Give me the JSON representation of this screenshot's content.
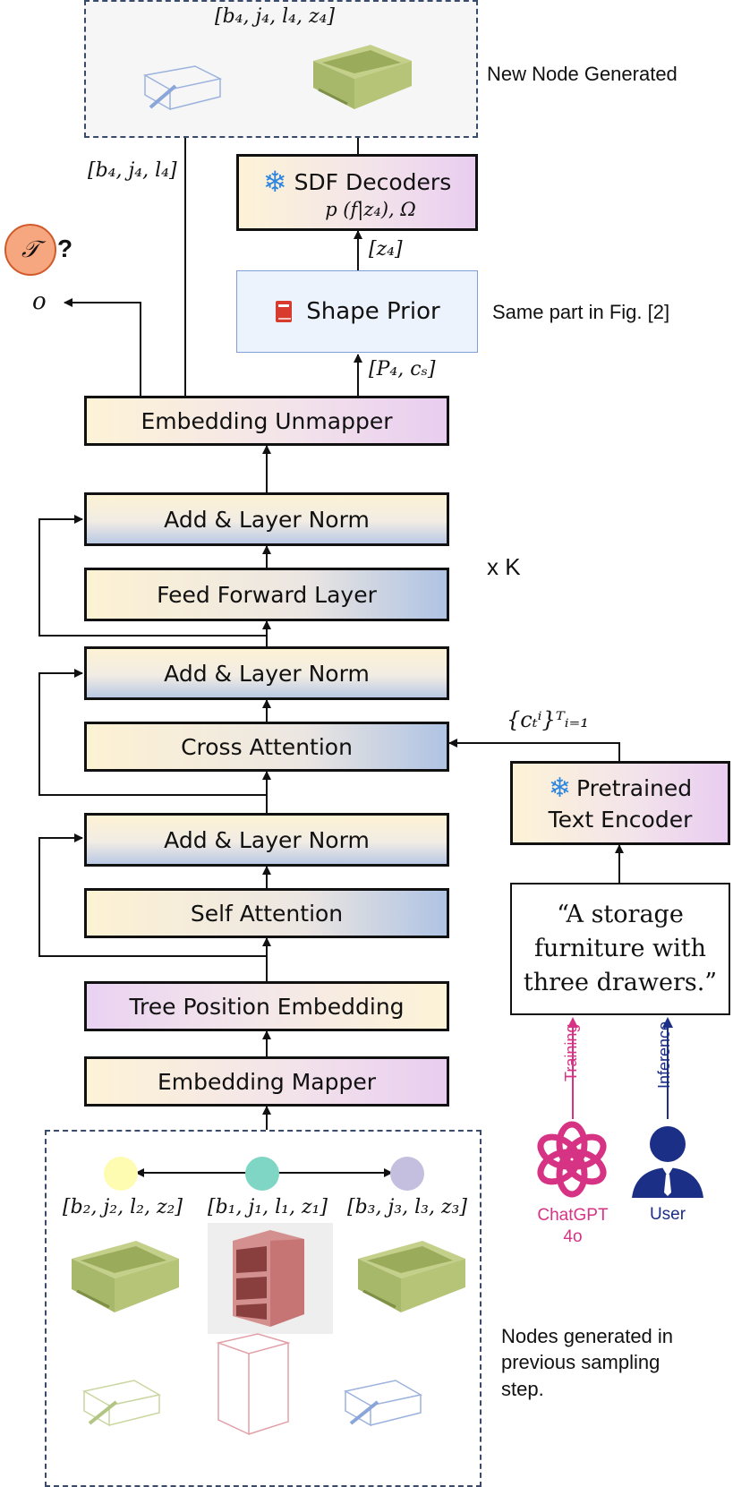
{
  "boxes": {
    "sdf_title": "SDF Decoders",
    "sdf_formula": "p (f|z₄), Ω",
    "shape_prior": "Shape Prior",
    "embedding_unmapper": "Embedding Unmapper",
    "add_norm_1": "Add & Layer Norm",
    "feed_forward": "Feed Forward Layer",
    "add_norm_2": "Add & Layer Norm",
    "cross_attention": "Cross Attention",
    "add_norm_3": "Add & Layer Norm",
    "self_attention": "Self Attention",
    "tree_position": "Tree Position Embedding",
    "embedding_mapper": "Embedding Mapper",
    "text_encoder_line1": "Pretrained",
    "text_encoder_line2": "Text Encoder",
    "prompt_line1": "“A storage",
    "prompt_line2": "furniture with",
    "prompt_line3": "three drawers.”"
  },
  "labels": {
    "new_node": "New Node Generated",
    "same_part": "Same part in Fig. [2]",
    "repeat": "x K",
    "nodes_prev_line1": "Nodes generated in",
    "nodes_prev_line2": "previous sampling",
    "nodes_prev_line3": "step.",
    "training": "Training",
    "inference": "Inference",
    "chatgpt_line1": "ChatGPT",
    "chatgpt_line2": "4o",
    "user": "User",
    "question": "?"
  },
  "math": {
    "top_node": "[b₄, j₄, l₄, z₄]",
    "bjl4": "[b₄, j₄, l₄]",
    "z4": "[z₄]",
    "p4cs": "[P₄, cₛ]",
    "o": "o",
    "tau": "𝒯",
    "cond": "{cₜⁱ}ᵀᵢ₌₁",
    "node2": "[b₂, j₂, l₂, z₂]",
    "node1": "[b₁, j₁, l₁, z₁]",
    "node3": "[b₃, j₃, l₃, z₃]"
  },
  "colors": {
    "node2": "#fefcb0",
    "node1": "#7fd6c4",
    "node3": "#c4bedf",
    "chatgpt": "#d63384",
    "user": "#1c2f86",
    "snowflake": "#2e86de",
    "book": "#d93a2e",
    "tau_fill": "#f6a77f"
  }
}
